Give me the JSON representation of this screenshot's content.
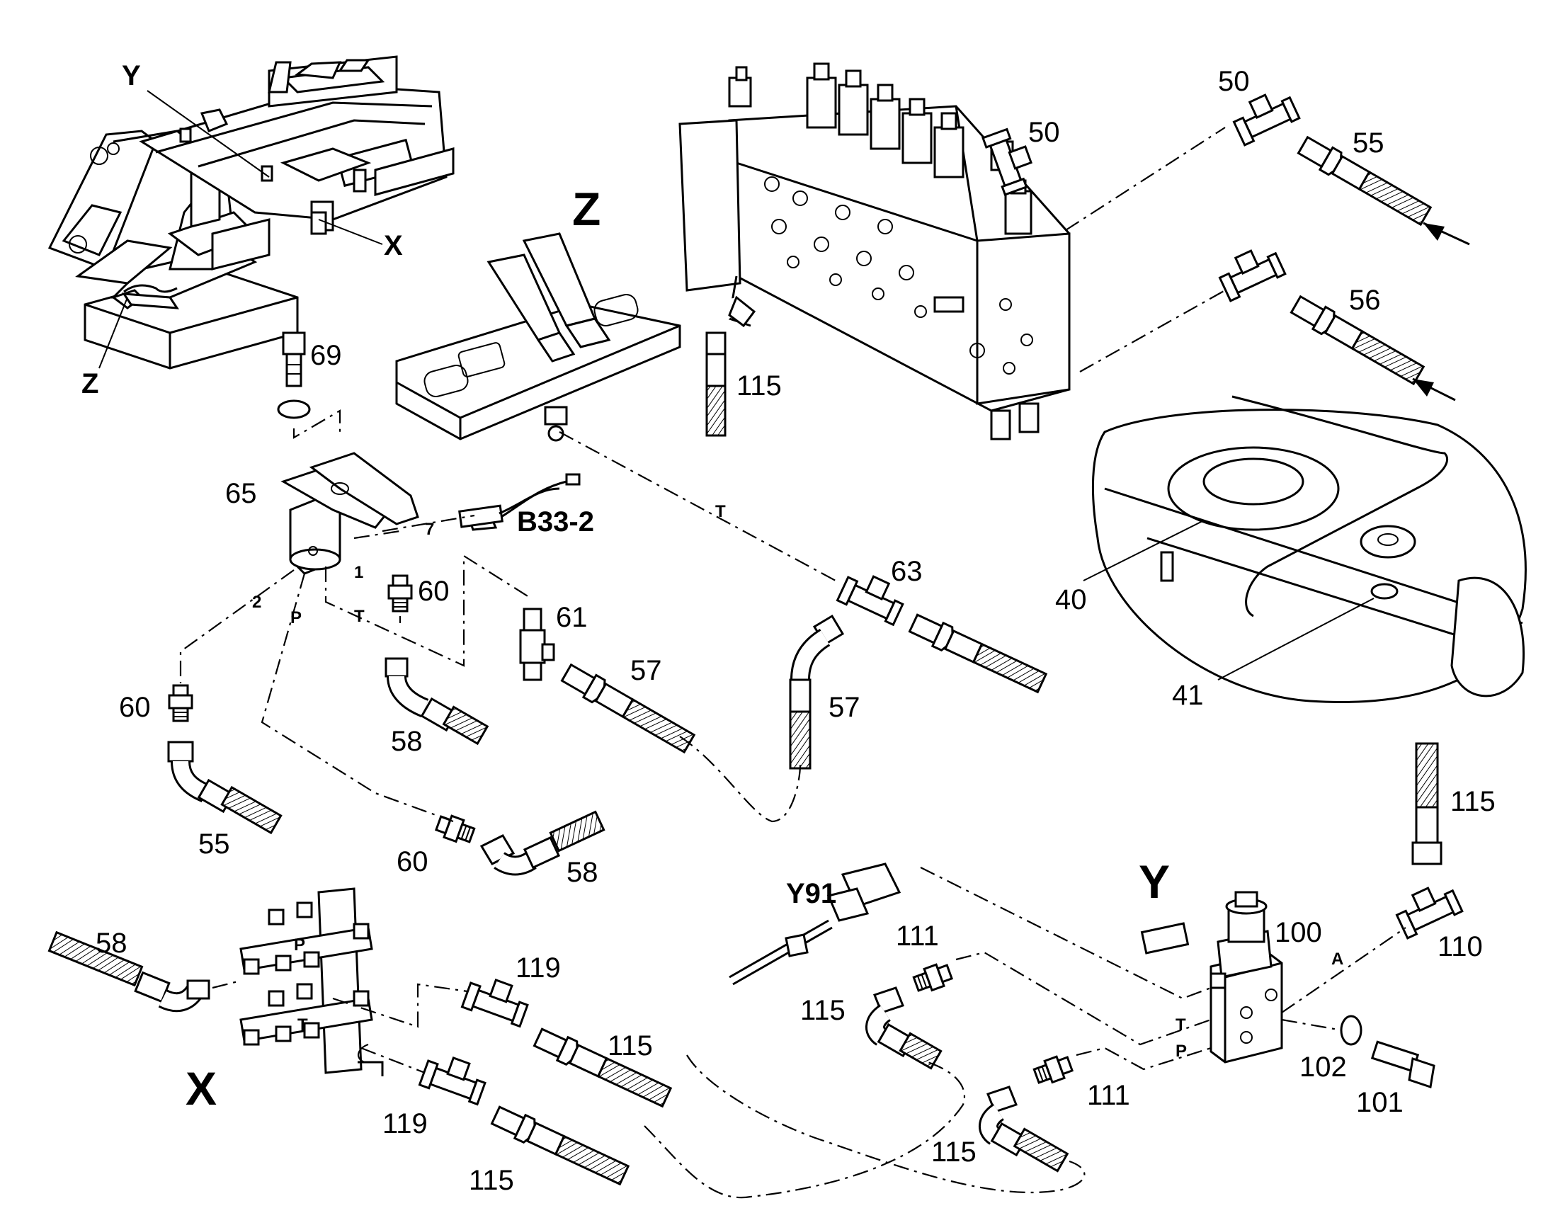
{
  "views": {
    "x": "X",
    "y": "Y",
    "z": "Z"
  },
  "overview": {
    "y": "Y",
    "x": "X",
    "z": "Z"
  },
  "connectors": {
    "b33": "B33-2",
    "y91": "Y91"
  },
  "ports": {
    "t": "T",
    "p": "P",
    "a": "A",
    "one": "1",
    "two": "2",
    "seven": "7"
  },
  "callouts": {
    "c50a": "50",
    "c50b": "50",
    "c55a": "55",
    "c56": "56",
    "c115a": "115",
    "c69": "69",
    "c65": "65",
    "c60a": "60",
    "c61": "61",
    "c63": "63",
    "c57a": "57",
    "c57b": "57",
    "c60b": "60",
    "c58a": "58",
    "c55b": "55",
    "c60c": "60",
    "c58b": "58",
    "c40": "40",
    "c41": "41",
    "c115b": "115",
    "c100": "100",
    "c110": "110",
    "c111a": "111",
    "c115c": "115",
    "c102": "102",
    "c101": "101",
    "c111b": "111",
    "c115d": "115",
    "c58c": "58",
    "c119a": "119",
    "c115e": "115",
    "c119b": "119",
    "c115f": "115"
  }
}
